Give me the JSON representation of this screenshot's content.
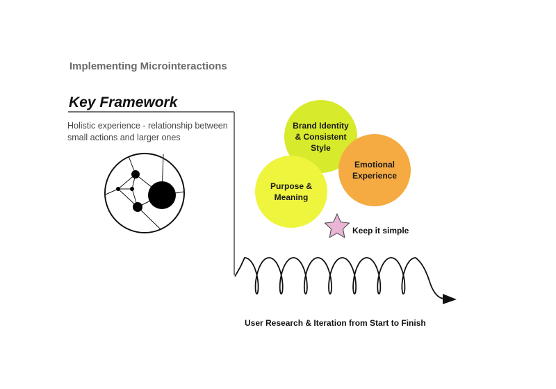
{
  "slide": {
    "title": "Implementing Microinteractions"
  },
  "framework": {
    "heading": "Key Framework",
    "subtitle": "Holistic experience - relationship between small actions and larger ones"
  },
  "circles": {
    "brand": {
      "label": "Brand Identity & Consistent Style",
      "color": "#d7ea2b"
    },
    "emotional": {
      "label": "Emotional Experience",
      "color": "#f5ab42"
    },
    "purpose": {
      "label": "Purpose & Meaning",
      "color": "#eff53d"
    }
  },
  "keep_simple": {
    "label": "Keep it simple",
    "icon": "star-icon",
    "color": "#e9b5d4"
  },
  "iteration": {
    "label": "User Research & Iteration from Start to Finish",
    "icon": "spiral-arrow-icon"
  }
}
